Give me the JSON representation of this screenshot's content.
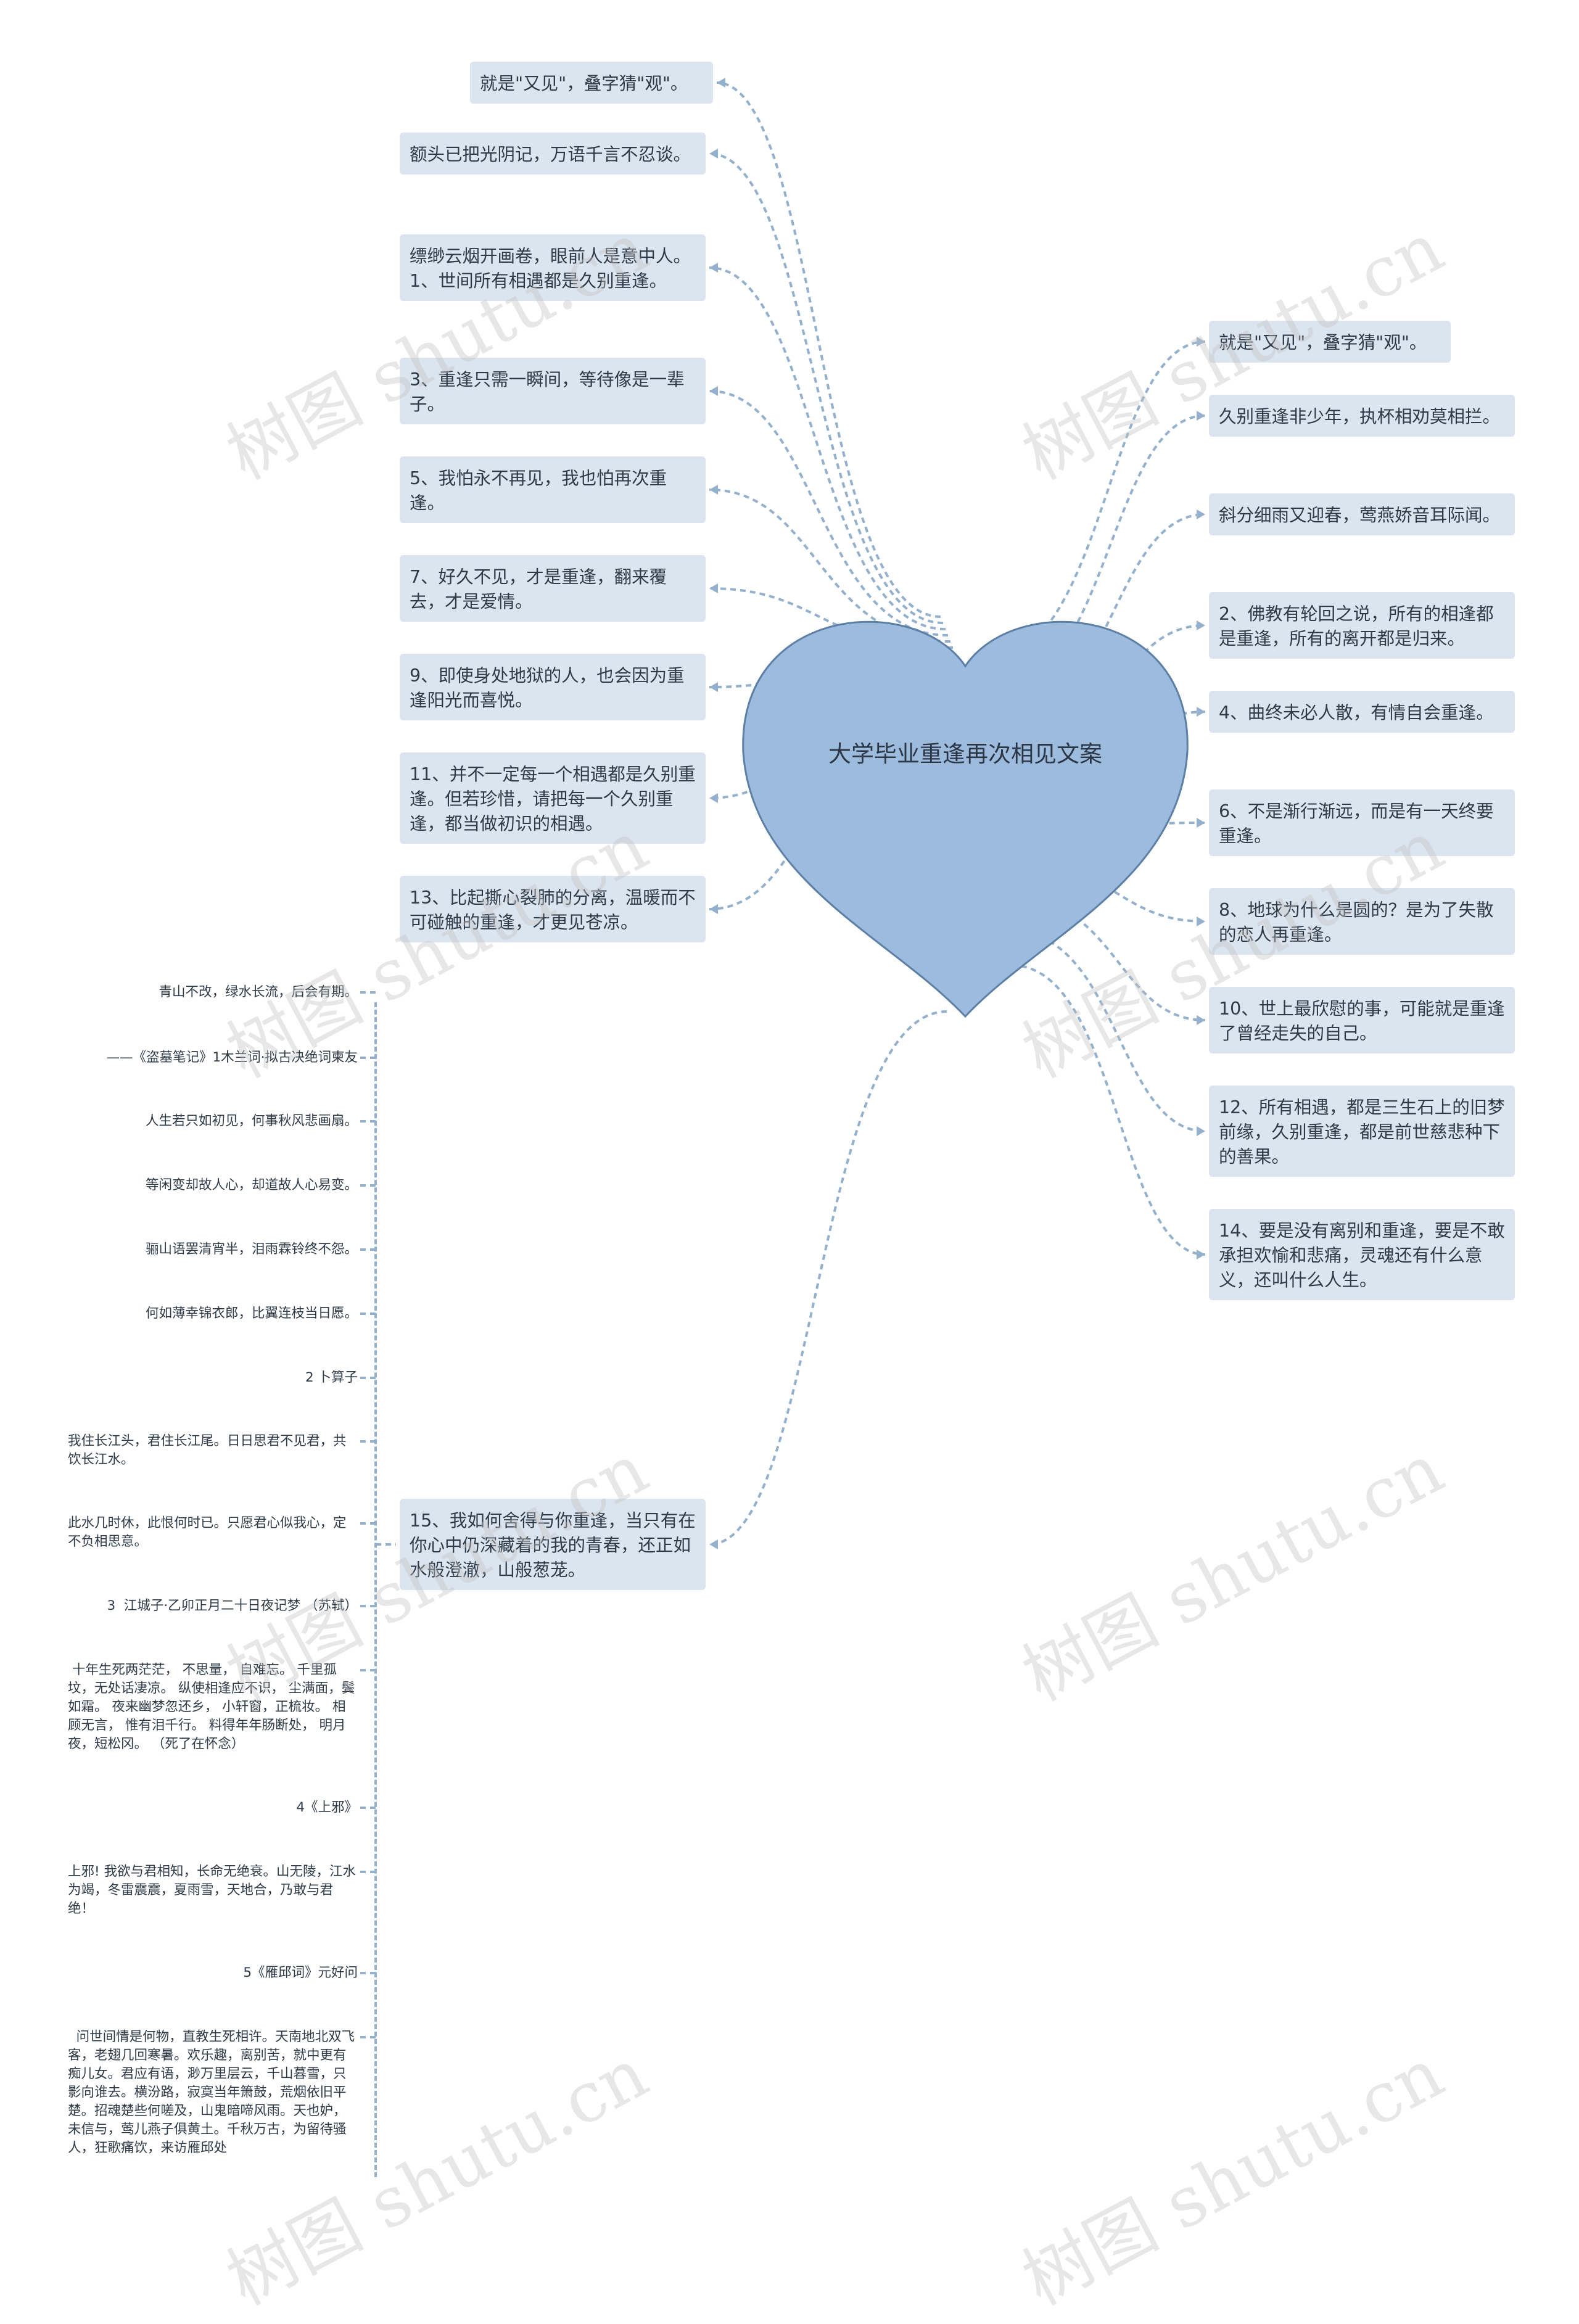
{
  "center": {
    "title": "大学毕业重逢再次相见文案"
  },
  "left_nodes": [
    {
      "text": "就是\"又见\"，叠字猜\"观\"。"
    },
    {
      "text": "额头已把光阴记，万语千言不忍谈。"
    },
    {
      "text": "缥缈云烟开画卷，眼前人是意中人。1、世间所有相遇都是久别重逢。"
    },
    {
      "text": "3、重逢只需一瞬间，等待像是一辈子。"
    },
    {
      "text": "5、我怕永不再见，我也怕再次重逢。"
    },
    {
      "text": "7、好久不见，才是重逢，翻来覆去，才是爱情。"
    },
    {
      "text": "9、即使身处地狱的人，也会因为重逢阳光而喜悦。"
    },
    {
      "text": "11、并不一定每一个相遇都是久别重逢。但若珍惜，请把每一个久别重逢，都当做初识的相遇。"
    },
    {
      "text": "13、比起撕心裂肺的分离，温暖而不可碰触的重逢，才更见苍凉。"
    },
    {
      "text": "15、我如何舍得与你重逢，当只有在你心中仍深藏着的我的青春，还正如水般澄澈，山般葱茏。"
    }
  ],
  "right_nodes": [
    {
      "text": "就是\"又见\"，叠字猜\"观\"。"
    },
    {
      "text": "久别重逢非少年，执杯相劝莫相拦。"
    },
    {
      "text": "斜分细雨又迎春，莺燕娇音耳际闻。"
    },
    {
      "text": "2、佛教有轮回之说，所有的相逢都是重逢，所有的离开都是归来。"
    },
    {
      "text": "4、曲终未必人散，有情自会重逢。"
    },
    {
      "text": "6、不是渐行渐远，而是有一天终要重逢。"
    },
    {
      "text": "8、地球为什么是圆的？是为了失散的恋人再重逢。"
    },
    {
      "text": "10、世上最欣慰的事，可能就是重逢了曾经走失的自己。"
    },
    {
      "text": "12、所有相遇，都是三生石上的旧梦前缘，久别重逢，都是前世慈悲种下的善果。"
    },
    {
      "text": "14、要是没有离别和重逢，要是不敢承担欢愉和悲痛，灵魂还有什么意义，还叫什么人生。"
    }
  ],
  "leaves": [
    {
      "text": "青山不改，绿水长流，后会有期。"
    },
    {
      "text": "——《盗墓笔记》1木兰词·拟古决绝词柬友"
    },
    {
      "text": "人生若只如初见，何事秋风悲画扇。"
    },
    {
      "text": "等闲变却故人心，却道故人心易变。"
    },
    {
      "text": "骊山语罢清宵半，泪雨霖铃终不怨。"
    },
    {
      "text": "何如薄幸锦衣郎，比翼连枝当日愿。"
    },
    {
      "text": "2 卜算子"
    },
    {
      "text": "我住长江头，君住长江尾。日日思君不见君，共饮长江水。"
    },
    {
      "text": "此水几时休，此恨何时已。只愿君心似我心，定不负相思意。"
    },
    {
      "text": "3  江城子·乙卯正月二十日夜记梦 （苏轼）"
    },
    {
      "text": " 十年生死两茫茫， 不思量， 自难忘。 千里孤坟，无处话凄凉。 纵使相逢应不识， 尘满面，鬓如霜。 夜来幽梦忽还乡， 小轩窗，正梳妆。 相顾无言， 惟有泪千行。 料得年年肠断处， 明月夜，短松冈。 （死了在怀念）"
    },
    {
      "text": "4《上邪》"
    },
    {
      "text": "上邪! 我欲与君相知，长命无绝衰。山无陵，江水为竭，冬雷震震，夏雨雪，天地合，乃敢与君绝！"
    },
    {
      "text": "5《雁邱词》元好问"
    },
    {
      "text": "  问世间情是何物，直教生死相许。天南地北双飞客，老翅几回寒暑。欢乐趣，离别苦，就中更有痴儿女。君应有语，渺万里层云，千山暮雪，只影向谁去。横汾路，寂寞当年箫鼓，荒烟依旧平楚。招魂楚些何嗟及，山鬼暗啼风雨。天也妒，未信与，莺儿燕子俱黄土。千秋万古，为留待骚人，狂歌痛饮，来访雁邱处"
    }
  ],
  "watermark": {
    "text": "树图 shutu.cn"
  },
  "colors": {
    "center_fill": "#9dbbdc",
    "node_fill": "#dae5ef",
    "connector": "#93b0cc"
  }
}
